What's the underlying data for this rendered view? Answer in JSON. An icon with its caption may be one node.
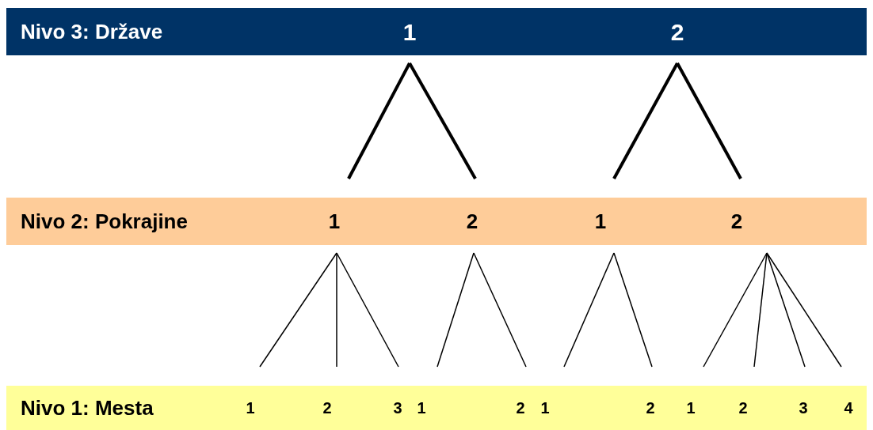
{
  "diagram": {
    "nodes": [
      {
        "text": [
          "Nivo 3: Države"
        ]
      },
      {
        "text": [
          "1"
        ],
        "in": 0
      },
      {
        "text": [
          "2"
        ],
        "in": 0
      },
      {
        "text": [
          "Nivo 2: Pokrajine"
        ]
      },
      {
        "text": [
          "1"
        ],
        "in": 3
      },
      {
        "text": [
          "2"
        ],
        "in": 3
      },
      {
        "text": [
          "1"
        ],
        "in": 3
      },
      {
        "text": [
          "2"
        ],
        "in": 3
      },
      {
        "text": [
          "Nivo 1: Mesta"
        ]
      },
      {
        "text": [
          "1"
        ],
        "in": 8
      },
      {
        "text": [
          "2"
        ],
        "in": 8
      },
      {
        "text": [
          "3"
        ],
        "in": 8
      },
      {
        "text": [
          "1"
        ],
        "in": 8
      },
      {
        "text": [
          "2"
        ],
        "in": 8
      },
      {
        "text": [
          "1"
        ],
        "in": 8
      },
      {
        "text": [
          "2"
        ],
        "in": 8
      },
      {
        "text": [
          "1"
        ],
        "in": 8
      },
      {
        "text": [
          "2"
        ],
        "in": 8
      },
      {
        "text": [
          "3"
        ],
        "in": 8
      },
      {
        "text": [
          "4"
        ],
        "in": 8
      }
    ],
    "edges": [
      {
        "from": 1,
        "to": 4,
        "arrow": "none",
        "style": "thick"
      },
      {
        "from": 1,
        "to": 5,
        "arrow": "none",
        "style": "thick"
      },
      {
        "from": 2,
        "to": 6,
        "arrow": "none",
        "style": "thick"
      },
      {
        "from": 2,
        "to": 7,
        "arrow": "none",
        "style": "thick"
      },
      {
        "from": 4,
        "to": 9,
        "arrow": "none"
      },
      {
        "from": 4,
        "to": 10,
        "arrow": "none"
      },
      {
        "from": 4,
        "to": 11,
        "arrow": "none"
      },
      {
        "from": 5,
        "to": 12,
        "arrow": "none"
      },
      {
        "from": 5,
        "to": 13,
        "arrow": "none"
      },
      {
        "from": 6,
        "to": 14,
        "arrow": "none"
      },
      {
        "from": 6,
        "to": 15,
        "arrow": "none"
      },
      {
        "from": 7,
        "to": 16,
        "arrow": "none"
      },
      {
        "from": 7,
        "to": 17,
        "arrow": "none"
      },
      {
        "from": 7,
        "to": 18,
        "arrow": "none"
      },
      {
        "from": 7,
        "to": 19,
        "arrow": "none"
      }
    ]
  }
}
